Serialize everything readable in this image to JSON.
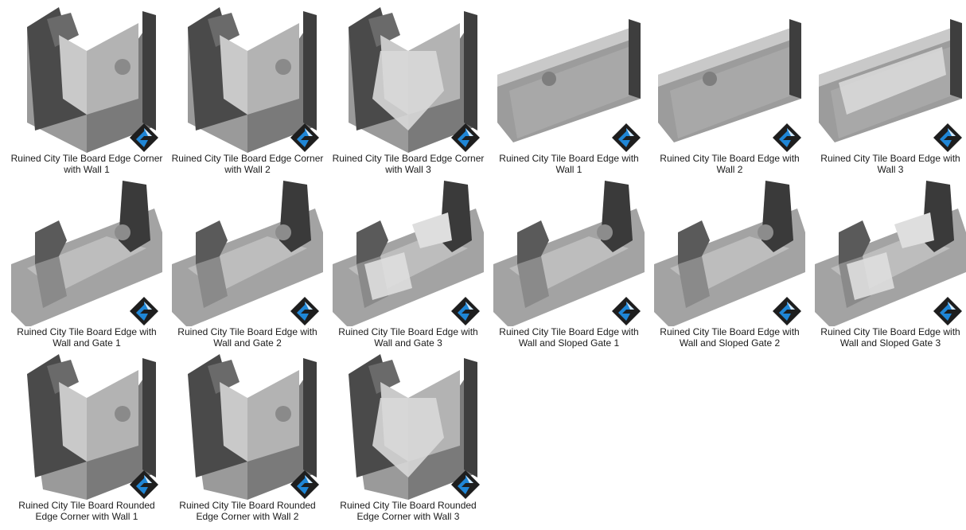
{
  "files": [
    {
      "name": "Ruined City Tile Board Edge Corner with Wall 1",
      "variant": "corner",
      "icon": "printer-3d-badge-icon"
    },
    {
      "name": "Ruined City Tile Board Edge Corner with Wall 2",
      "variant": "corner",
      "icon": "printer-3d-badge-icon"
    },
    {
      "name": "Ruined City Tile Board Edge Corner with Wall 3",
      "variant": "corner-rubble",
      "icon": "printer-3d-badge-icon"
    },
    {
      "name": "Ruined City Tile Board Edge with Wall 1",
      "variant": "edge",
      "icon": "printer-3d-badge-icon"
    },
    {
      "name": "Ruined City Tile Board Edge with Wall 2",
      "variant": "edge",
      "icon": "printer-3d-badge-icon"
    },
    {
      "name": "Ruined City Tile Board Edge with Wall 3",
      "variant": "edge-rubble",
      "icon": "printer-3d-badge-icon"
    },
    {
      "name": "Ruined City Tile Board Edge with Wall and Gate 1",
      "variant": "gate",
      "icon": "printer-3d-badge-icon"
    },
    {
      "name": "Ruined City Tile Board Edge with Wall and Gate 2",
      "variant": "gate",
      "icon": "printer-3d-badge-icon"
    },
    {
      "name": "Ruined City Tile Board Edge with Wall and Gate 3",
      "variant": "gate-rubble",
      "icon": "printer-3d-badge-icon"
    },
    {
      "name": "Ruined City Tile Board Edge with Wall and Sloped Gate 1",
      "variant": "gate",
      "icon": "printer-3d-badge-icon"
    },
    {
      "name": "Ruined City Tile Board Edge with Wall and Sloped Gate 2",
      "variant": "gate",
      "icon": "printer-3d-badge-icon"
    },
    {
      "name": "Ruined City Tile Board Edge with Wall and Sloped Gate 3",
      "variant": "gate-rubble",
      "icon": "printer-3d-badge-icon"
    },
    {
      "name": "Ruined City Tile Board Rounded Edge Corner with Wall 1",
      "variant": "rounded",
      "icon": "printer-3d-badge-icon"
    },
    {
      "name": "Ruined City Tile Board Rounded Edge Corner with Wall 2",
      "variant": "rounded",
      "icon": "printer-3d-badge-icon"
    },
    {
      "name": "Ruined City Tile Board Rounded Edge Corner with Wall 3",
      "variant": "rounded-rubble",
      "icon": "printer-3d-badge-icon"
    }
  ],
  "colors": {
    "badge_dark": "#1e1e1e",
    "badge_blue": "#1f86d6",
    "stone_light": "#c9c9c9",
    "stone_mid": "#9a9a9a",
    "stone_dark": "#4a4a4a"
  }
}
